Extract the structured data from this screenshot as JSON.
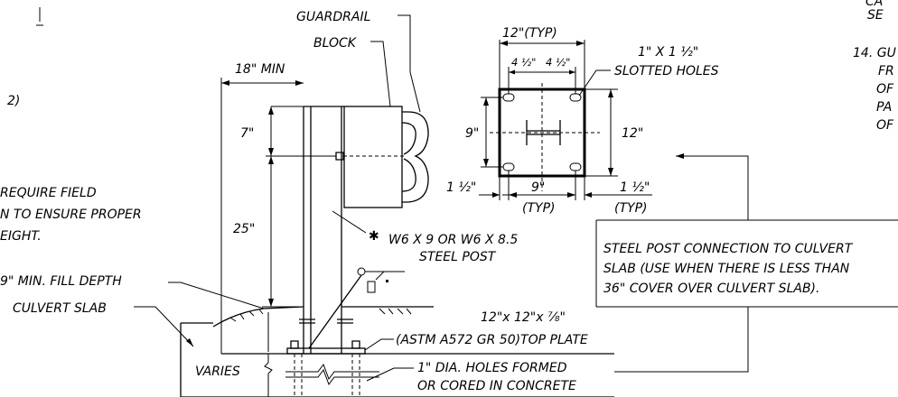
{
  "labels": {
    "guardrail": "GUARDRAIL",
    "block": "BLOCK",
    "min_18": "18\" MIN",
    "dim_7": "7\"",
    "dim_25": "25\"",
    "post_star": "✱",
    "post_line1": "W6 X 9 OR W6 X 8.5",
    "post_line2": "STEEL POST",
    "fill_depth": "9\" MIN. FILL DEPTH",
    "culvert_slab": "CULVERT SLAB",
    "varies": "VARIES",
    "top_plate_line1": "12\"x 12\"x ⅞\"",
    "top_plate_line2": "(ASTM A572 GR 50)TOP PLATE",
    "holes_line1": "1\" DIA. HOLES FORMED",
    "holes_line2": "OR CORED IN CONCRETE",
    "typ_12": "12\"(TYP)",
    "dim_4_5_a": "4 ½\"",
    "dim_4_5_b": "4 ½\"",
    "slotted_line1": "1\" X 1 ½\"",
    "slotted_line2": "SLOTTED HOLES",
    "dim_9_left": "9\"",
    "dim_12_right": "12\"",
    "dim_1_5_left": "1 ½\"",
    "dim_9_bottom": "9\"",
    "typ_mid": "(TYP)",
    "dim_1_5_right": "1 ½\"",
    "typ_right": "(TYP)",
    "conn_line1": "STEEL POST CONNECTION TO CULVERT",
    "conn_line2": "SLAB (USE WHEN THERE IS LESS THAN",
    "conn_line3": "36\" COVER OVER CULVERT SLAB).",
    "left_note_line1": "REQUIRE FIELD",
    "left_note_line2": "N TO ENSURE PROPER",
    "left_note_line3": "EIGHT.",
    "left_ref": "2)",
    "right_ca": "CA",
    "right_se": "SE",
    "right_note_num": "14. GU",
    "right_fr": "FR",
    "right_of1": "OF",
    "right_pa": "PA",
    "right_of2": "OF"
  }
}
